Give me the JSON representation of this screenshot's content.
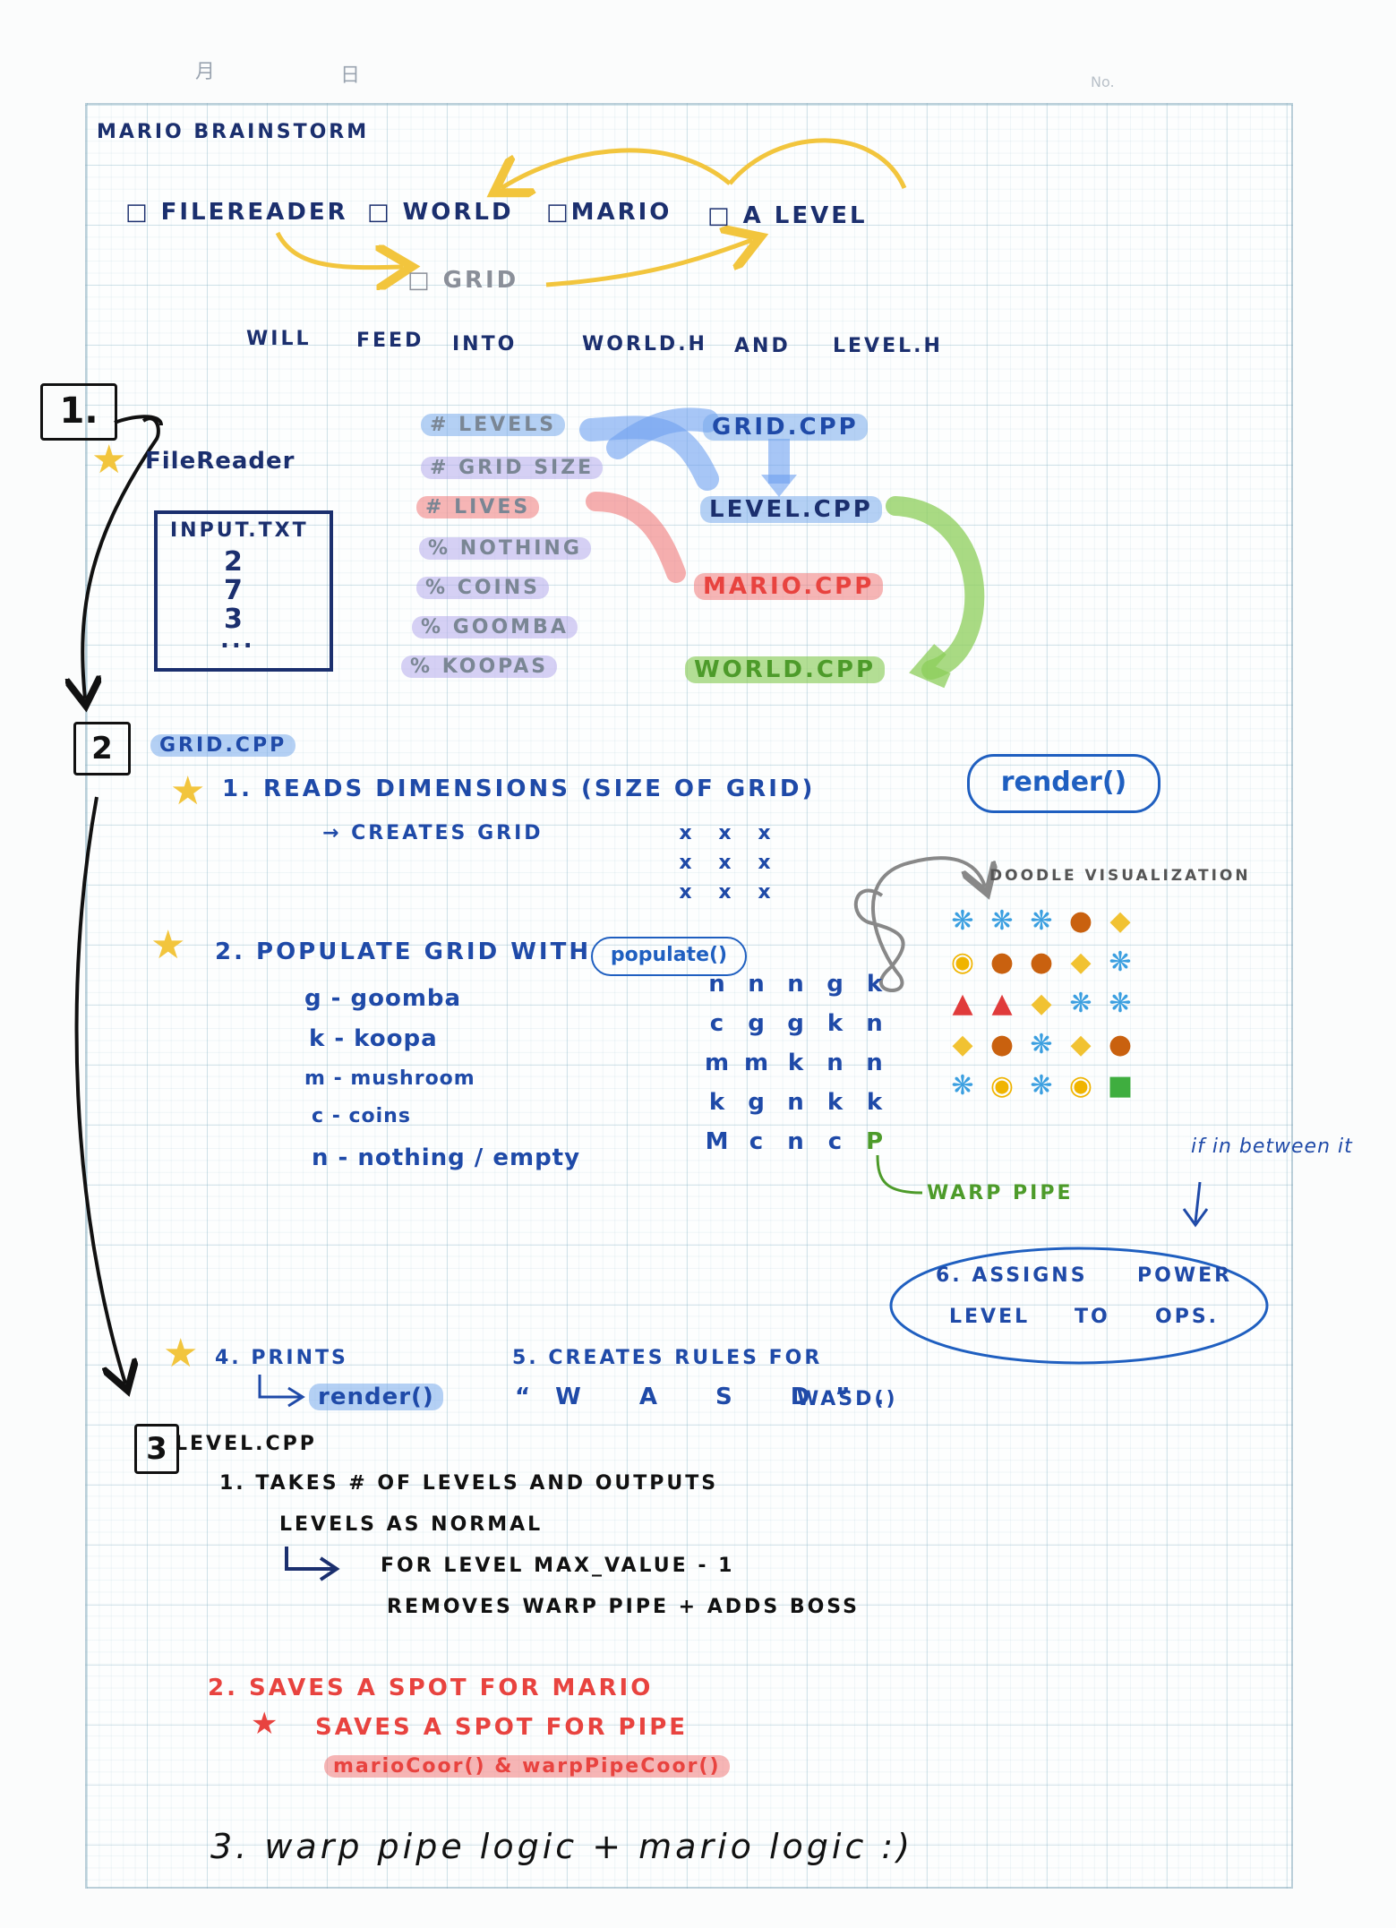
{
  "header": {
    "month_mark": "月",
    "day_mark": "日",
    "no_mark": "No."
  },
  "title": "Mario Brainstorm",
  "top_items": {
    "filereader": "FileReader",
    "world": "World",
    "mario": "Mario",
    "level": "A Level",
    "grid": "Grid",
    "feed_line": [
      "Will",
      "Feed",
      "into",
      "world.h",
      "and",
      "level.h"
    ]
  },
  "section1": {
    "number": "1.",
    "label": "FileReader",
    "input_file": {
      "name": "INPUT.TXT",
      "lines": [
        "2",
        "7",
        "3",
        "..."
      ]
    },
    "fields": [
      "# Levels",
      "# Grid Size",
      "# Lives",
      "% Nothing",
      "% Coins",
      "% Goomba",
      "% Koopas"
    ],
    "targets": [
      "Grid.cpp",
      "Level.cpp",
      "Mario.cpp",
      "World.cpp"
    ]
  },
  "section2": {
    "number": "2",
    "heading": "Grid.cpp",
    "step1": "1. Reads dimensions (size of grid)",
    "step1_fn": "render()",
    "step1_sub": "→ Creates grid",
    "grid_x": [
      [
        "x",
        "x",
        "x"
      ],
      [
        "x",
        "x",
        "x"
      ],
      [
        "x",
        "x",
        "x"
      ]
    ],
    "doodle_label": "Doodle visualization",
    "step2": "2. Populate grid with",
    "step2_fn": "populate()",
    "legend": [
      "g - goomba",
      "k - koopa",
      "m - mushroom",
      "c - coins",
      "n - nothing / empty"
    ],
    "letter_grid": [
      [
        "n",
        "n",
        "n",
        "g",
        "k"
      ],
      [
        "c",
        "g",
        "g",
        "k",
        "n"
      ],
      [
        "m",
        "m",
        "k",
        "n",
        "n"
      ],
      [
        "k",
        "g",
        "n",
        "k",
        "k"
      ],
      [
        "M",
        "c",
        "n",
        "c",
        "P"
      ]
    ],
    "warp_pipe": "Warp Pipe",
    "side_note": "if in between it",
    "step6": [
      "6. Assigns",
      "Power",
      "Level",
      "to",
      "Ops."
    ],
    "step4": "4. Prints",
    "step4_fn": "render()",
    "step5": "5. Creates rules for",
    "step5_keys": "“W A S D”.",
    "step5_fn": "wasd()"
  },
  "section3": {
    "number": "3",
    "heading": "Level.cpp",
    "step1_a": "1.  Takes # of levels and outputs",
    "step1_b": "levels as normal",
    "step1_c": "For level max_value - 1",
    "step1_d": "removes warp pipe + adds boss",
    "step2_a": "2. Saves a spot for Mario",
    "step2_b": "Saves a spot for Pipe",
    "step2_fns": "marioCoor() & warpPipeCoor()",
    "step3": "3. warp pipe logic + mario logic :)"
  },
  "colors": {
    "ink_blue": "#1f4aa8",
    "ink_navy": "#1b2f6e",
    "red": "#e8433f",
    "green": "#4d9b2a",
    "yellow": "#f2c53d",
    "grid_line": "#78aabe"
  },
  "icons": [
    "star-icon",
    "goomba-icon",
    "koopa-icon",
    "mushroom-icon",
    "coin-icon",
    "pipe-icon",
    "sparkle-icon"
  ]
}
